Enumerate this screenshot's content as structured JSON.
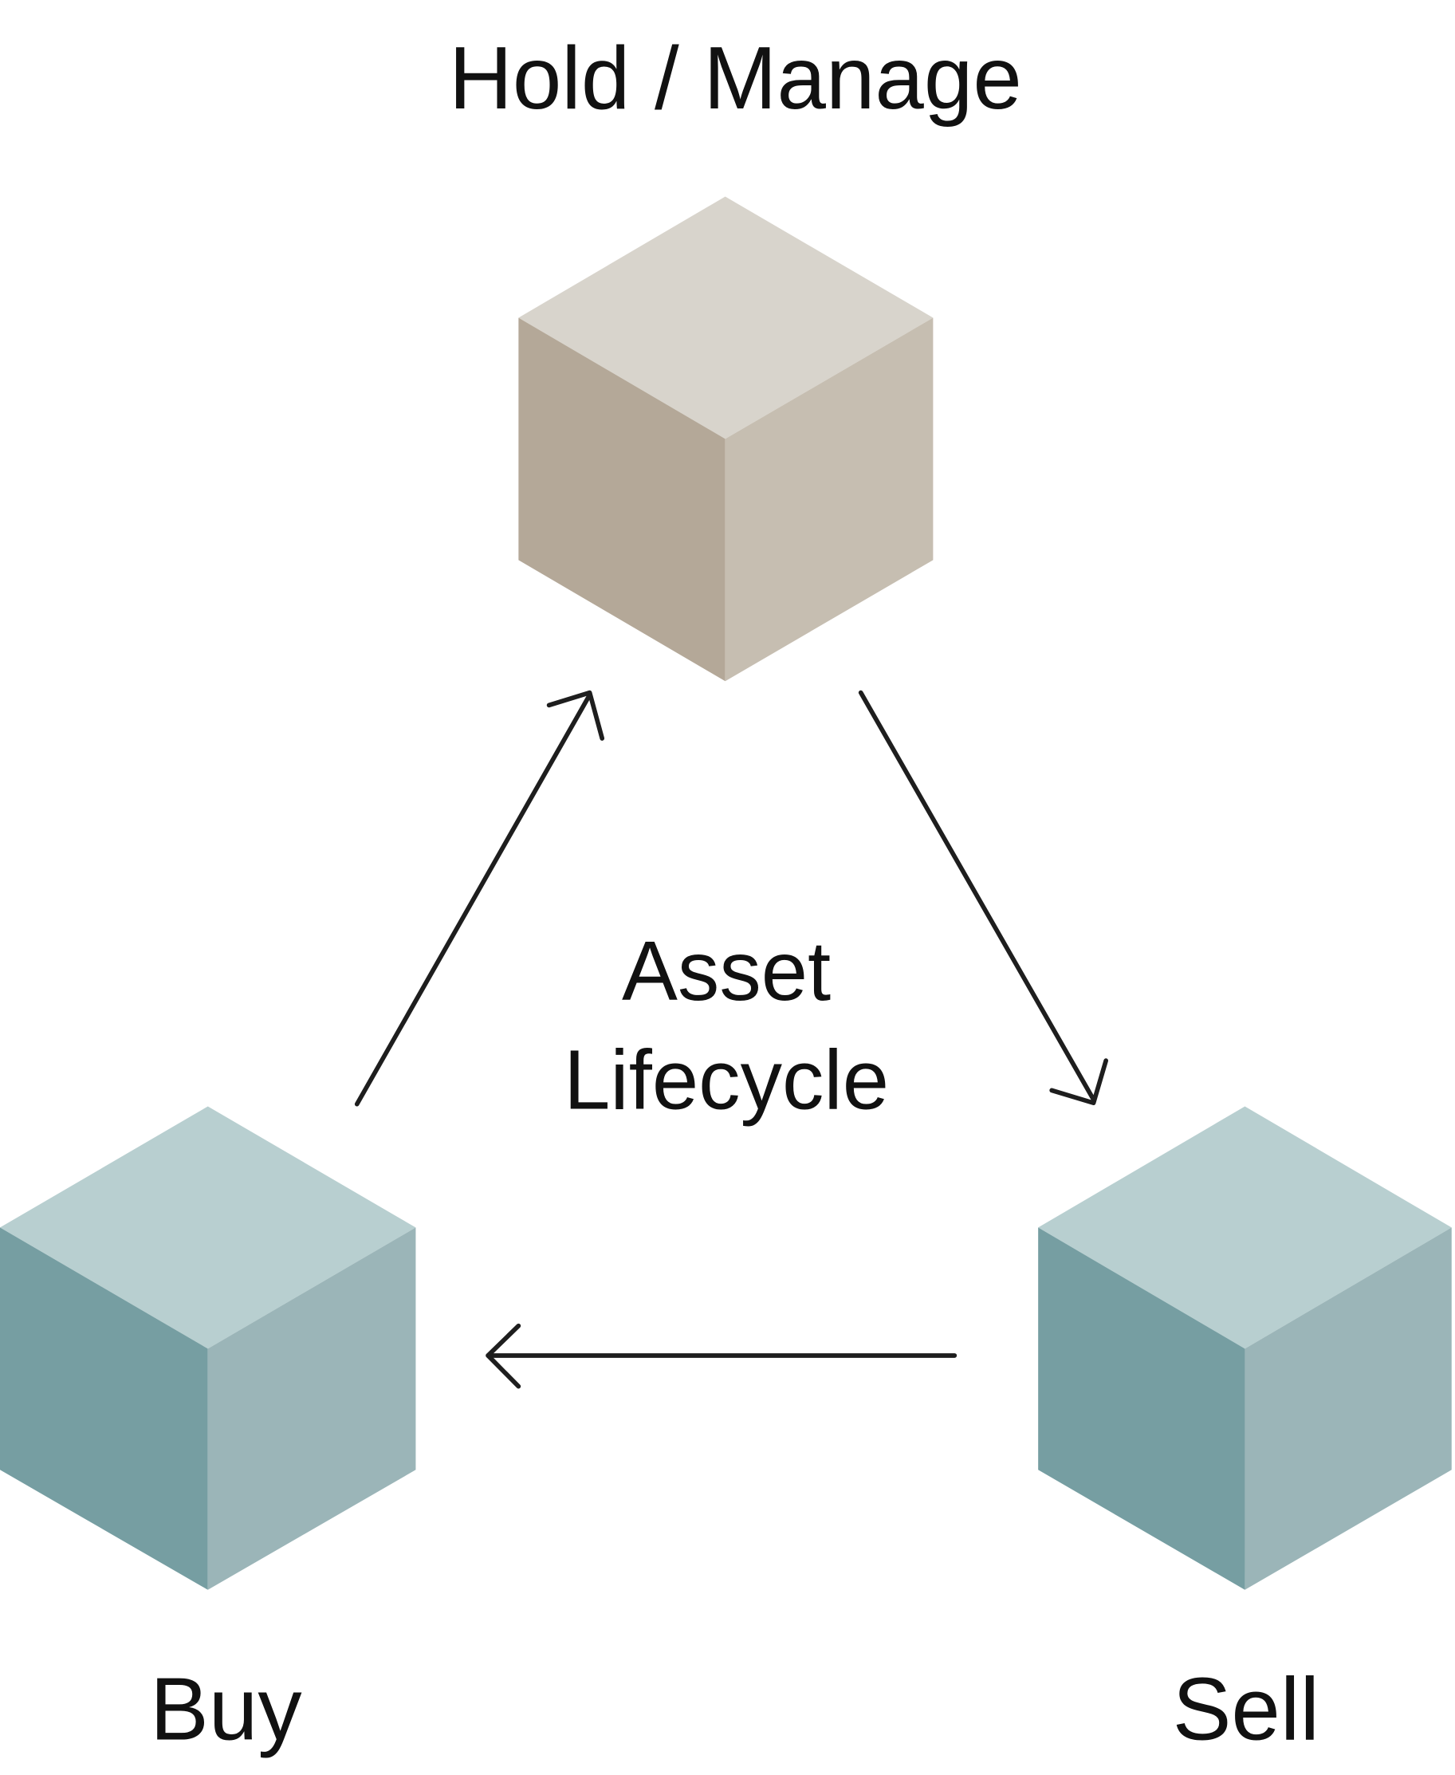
{
  "title": "Hold / Manage",
  "center_label": {
    "line1": "Asset",
    "line2": "Lifecycle"
  },
  "nodes": {
    "hold": {
      "label": "Hold / Manage"
    },
    "buy": {
      "label": "Buy"
    },
    "sell": {
      "label": "Sell"
    }
  },
  "colors": {
    "hold_top": "#d8d4cc",
    "hold_left": "#b4a898",
    "hold_right": "#c6beb1",
    "teal_top": "#b8cfd0",
    "teal_left": "#769ea2",
    "teal_right": "#9bb5b8",
    "arrow": "#1e1e1e"
  },
  "edges": [
    {
      "from": "buy",
      "to": "hold"
    },
    {
      "from": "hold",
      "to": "sell"
    },
    {
      "from": "sell",
      "to": "buy"
    }
  ]
}
